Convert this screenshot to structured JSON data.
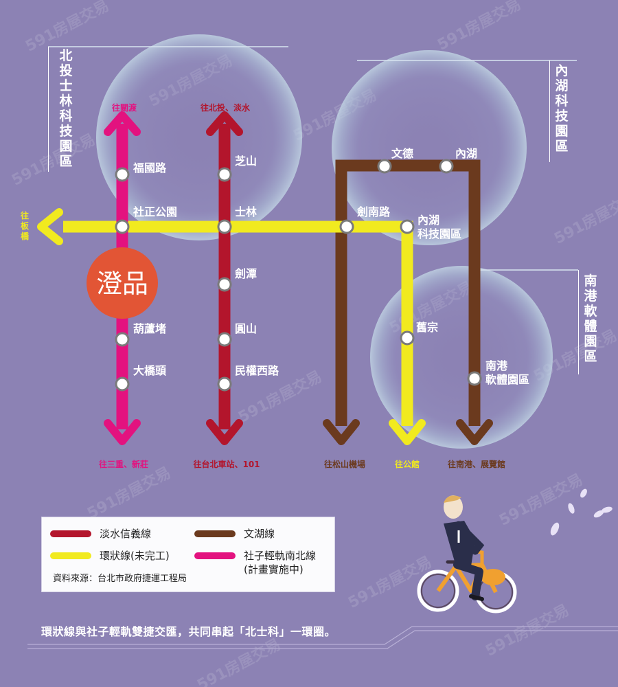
{
  "areas": {
    "beitou": [
      "北",
      "投",
      "士",
      "林",
      "科",
      "技",
      "園",
      "區"
    ],
    "neihu": [
      "內",
      "湖",
      "科",
      "技",
      "園",
      "區"
    ],
    "nangang": [
      "南",
      "港",
      "軟",
      "體",
      "園",
      "區"
    ]
  },
  "lines": {
    "shezi": {
      "color": "#e3127f",
      "name": "社子輕軌南北線(計畫實施中)",
      "north": "往關渡",
      "south": "往三重、新莊",
      "stations": [
        "福國路",
        "社正公園",
        "葫蘆堵",
        "大橋頭"
      ]
    },
    "tamsui": {
      "color": "#b3152c",
      "name": "淡水信義線",
      "north": "往北投、淡水",
      "south": "往台北車站、101",
      "stations": [
        "芝山",
        "士林",
        "劍潭",
        "圓山",
        "民權西路"
      ]
    },
    "wenhu": {
      "color": "#6b3a1e",
      "name": "文湖線",
      "south_a": "往松山機場",
      "south_b": "往南港、展覽館",
      "stations": [
        "文德",
        "內湖",
        "劍南路",
        "南港軟體園區"
      ]
    },
    "circular": {
      "color": "#f1ea1f",
      "name": "環狀線(未完工)",
      "west": "往板橋",
      "south": "往公館",
      "stations": [
        "內湖科技園區",
        "舊宗"
      ]
    }
  },
  "station_labels": {
    "fuguo": "福國路",
    "shezheng": "社正公園",
    "hulu": "葫蘆堵",
    "daqiao": "大橋頭",
    "zhishan": "芝山",
    "shilin": "士林",
    "jiantan": "劍潭",
    "yuanshan": "圓山",
    "minquan": "民權西路",
    "wende": "文德",
    "neihu": "內湖",
    "jiannan": "劍南路",
    "neihu_tech_1": "內湖",
    "neihu_tech_2": "科技園區",
    "jiuzong": "舊宗",
    "nangang_1": "南港",
    "nangang_2": "軟體園區"
  },
  "directions": {
    "guandu": "往關渡",
    "beitou": "往北投、淡水",
    "banqiao": [
      "往",
      "板",
      "橋"
    ],
    "sanchong": "往三重、新莊",
    "taipei": "往台北車站、101",
    "songshan": "往松山機場",
    "gongguan": "往公館",
    "nangang": "往南港、展覽館"
  },
  "marker": {
    "text": "澄品",
    "color": "#e25535"
  },
  "legend": {
    "tamsui": "淡水信義線",
    "wenhu": "文湖線",
    "circular": "環狀線(未完工)",
    "shezi_1": "社子輕軌南北線",
    "shezi_2": "(計畫實施中)",
    "source": "資料來源：台北市政府捷運工程局"
  },
  "caption": "環狀線與社子輕軌雙捷交匯，共同串起「北士科」一環圈。",
  "watermark": "591房屋交易",
  "colors": {
    "background": "#8c82b4",
    "shezi": "#e3127f",
    "tamsui": "#b3152c",
    "wenhu": "#6b3a1e",
    "circular": "#f1ea1f"
  }
}
